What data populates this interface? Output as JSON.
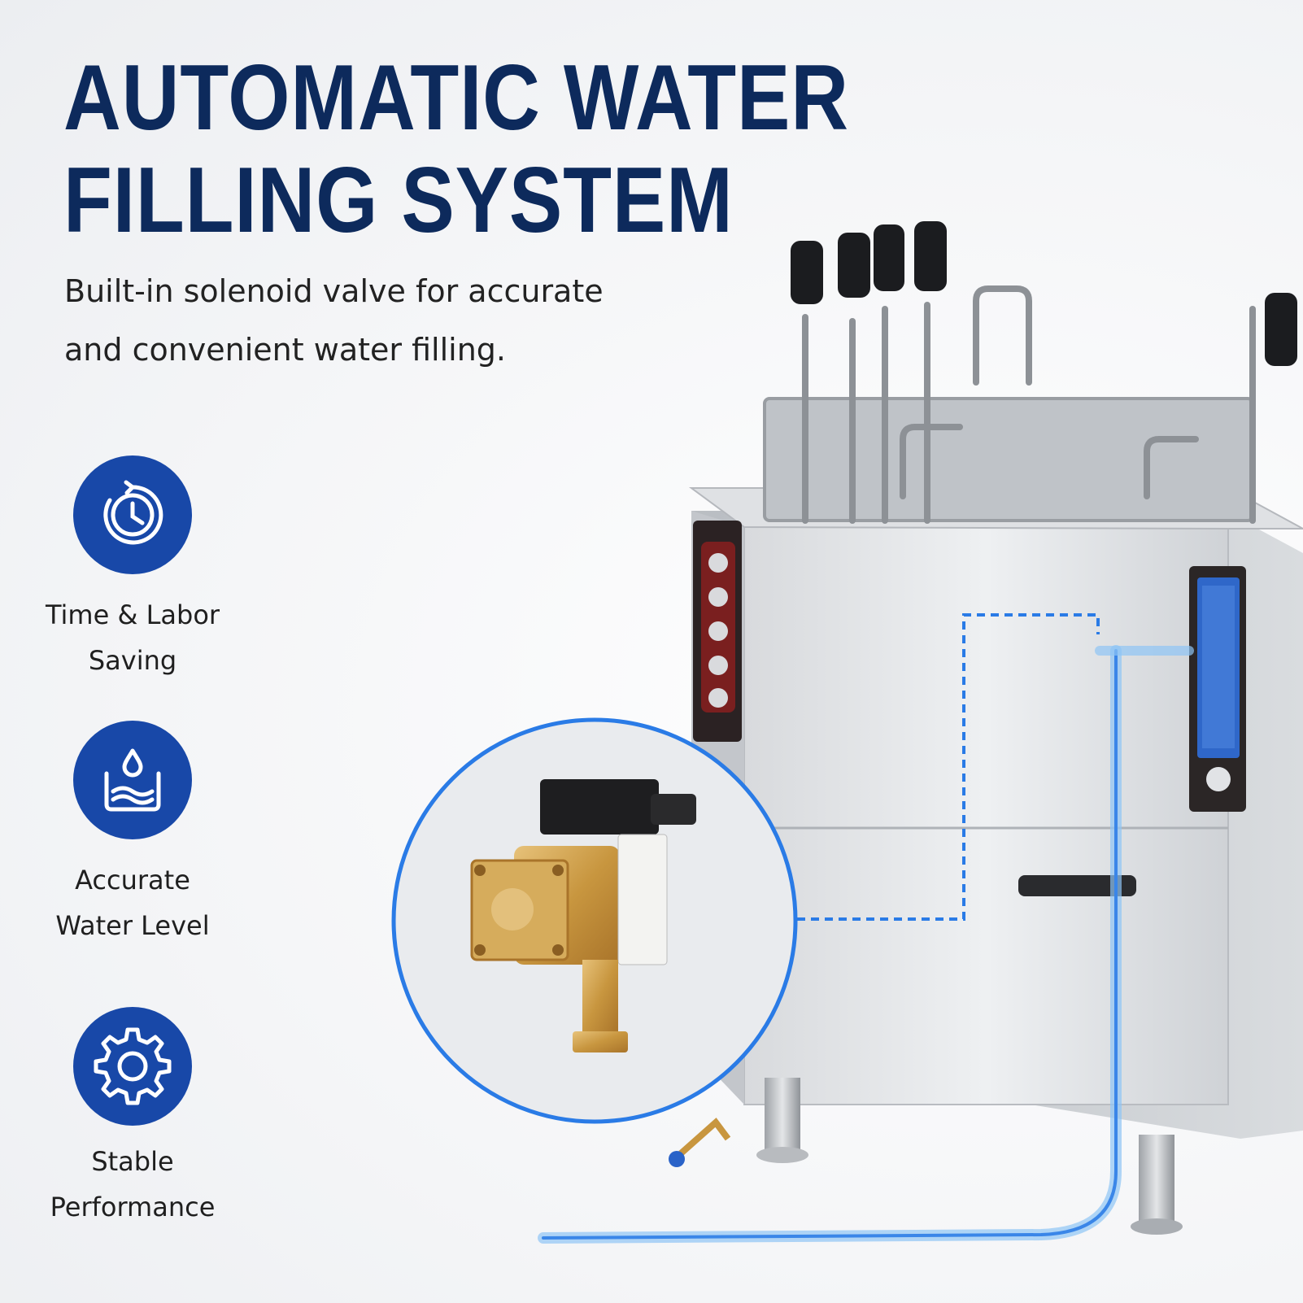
{
  "header": {
    "title_line1": "AUTOMATIC WATER",
    "title_line2": "FILLING SYSTEM",
    "subtitle_line1": "Built-in solenoid valve for accurate",
    "subtitle_line2": "and convenient water filling."
  },
  "features": [
    {
      "label": "Time & Labor Saving",
      "icon": "clock-icon"
    },
    {
      "label": "Accurate\nWater Level",
      "icon": "water-level-icon"
    },
    {
      "label": "Stable\nPerformance",
      "icon": "gear-icon"
    }
  ],
  "colors": {
    "title": "#0d2a5c",
    "icon_circle": "#1848a8",
    "water_line": "#3a86e8",
    "steel": "#c9ccd1"
  }
}
